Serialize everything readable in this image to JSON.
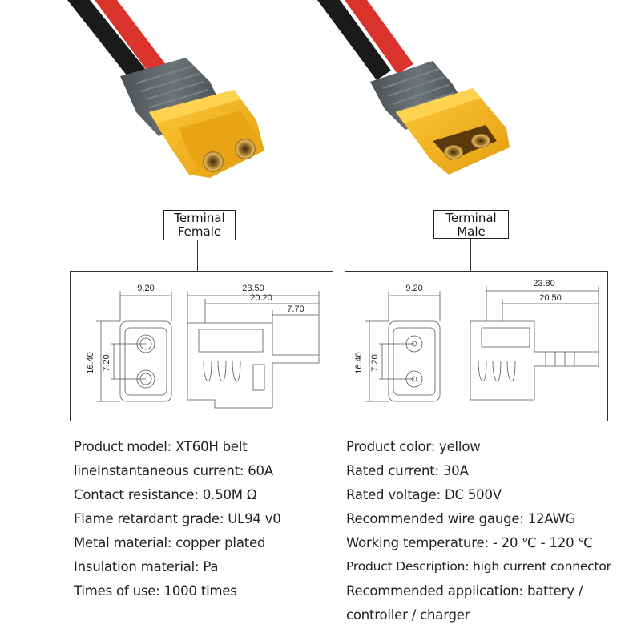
{
  "left": {
    "label_line1": "Terminal",
    "label_line2": "Female",
    "dims": {
      "width_front": "9.20",
      "height_total": "16.40",
      "pin_spacing": "7.20",
      "length_total": "23.50",
      "length_body": "20.20",
      "length_pin": "7.70"
    },
    "specs": [
      "Product model: XT60H belt",
      "lineInstantaneous current: 60A",
      "Contact resistance: 0.50M Ω",
      "Flame retardant grade: UL94 v0",
      "Metal material: copper plated",
      "Insulation material: Pa",
      "Times of use: 1000 times"
    ]
  },
  "right": {
    "label_line1": "Terminal",
    "label_line2": "Male",
    "dims": {
      "width_front": "9.20",
      "height_total": "16.40",
      "pin_spacing": "7.20",
      "length_total": "23.80",
      "length_body": "20.50"
    },
    "specs": [
      "Product color: yellow",
      "Rated current: 30A",
      "Rated voltage: DC 500V",
      "Recommended wire gauge: 12AWG",
      "Working temperature: - 20 ℃ - 120 ℃",
      "Product Description: high current connector",
      "Recommended application: battery /",
      "controller / charger"
    ]
  },
  "colors": {
    "connector_yellow": "#F2B21C",
    "connector_yellow_dark": "#D8960A",
    "housing_gray": "#5E6468",
    "wire_red": "#D9332B",
    "wire_black": "#1A1A1A",
    "pin_gold": "#C8963A"
  }
}
